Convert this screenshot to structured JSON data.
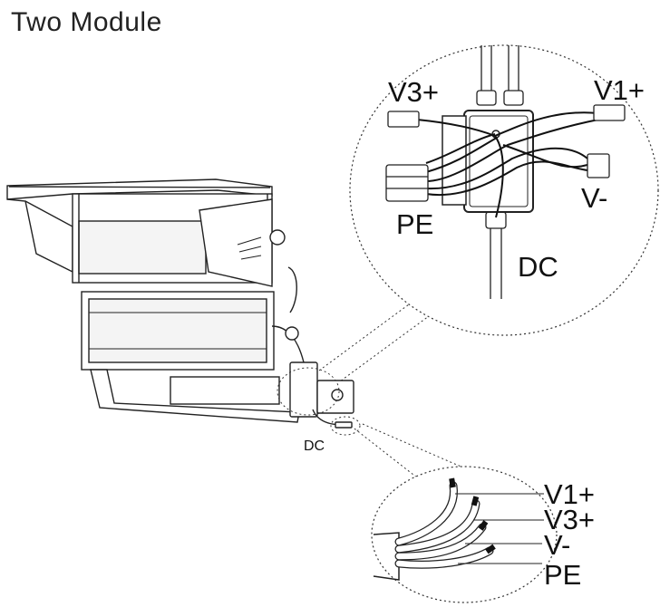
{
  "title": "Two Module",
  "junction_box_labels": {
    "v3_plus": "V3+",
    "v1_plus": "V1+",
    "v_minus": "V-",
    "pe": "PE",
    "dc": "DC"
  },
  "fixture_labels": {
    "dc": "DC"
  },
  "cable_end_labels": {
    "v1_plus": "V1+",
    "v3_plus": "V3+",
    "v_minus": "V-",
    "pe": "PE"
  }
}
